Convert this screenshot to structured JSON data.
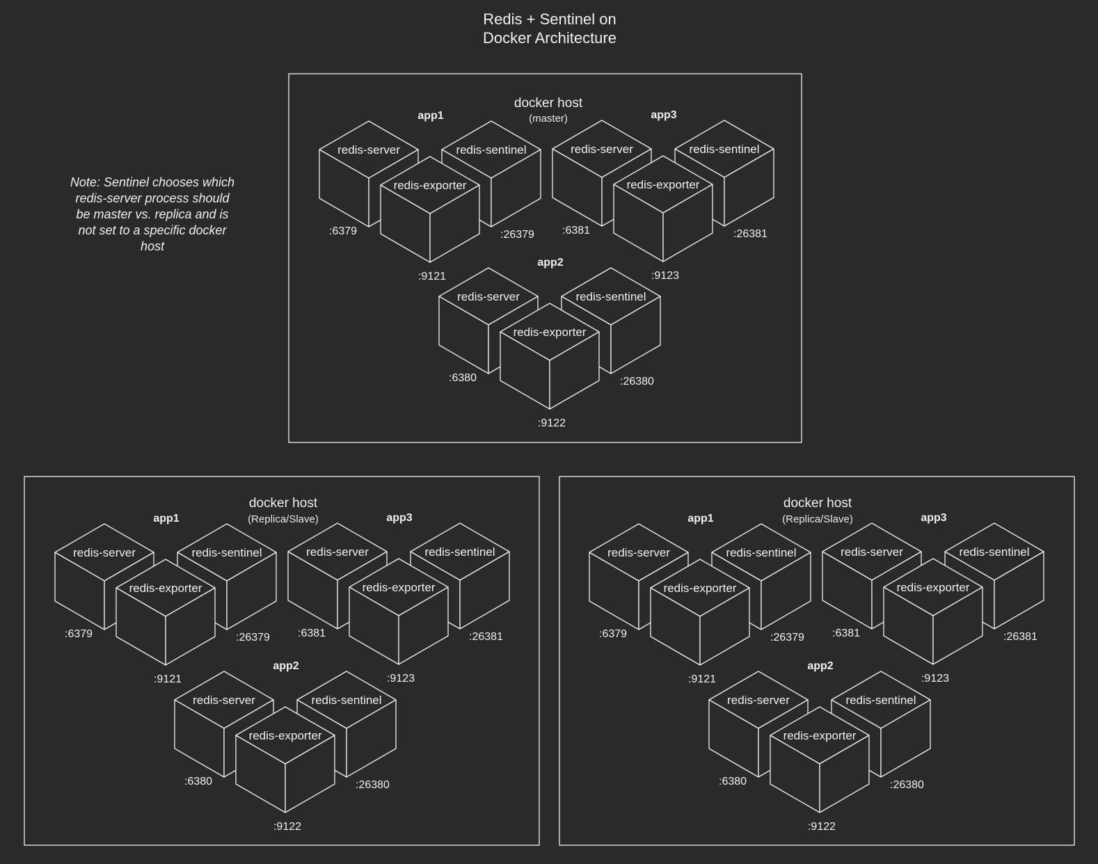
{
  "title": [
    "Redis + Sentinel on",
    "Docker Architecture"
  ],
  "note": [
    "Note: Sentinel chooses which",
    "redis-server process should",
    "be master vs. replica and is",
    "not set to a specific docker",
    "host"
  ],
  "colors": {
    "background": "#2a2a2a",
    "stroke": "#f0f0f0"
  },
  "hosts": [
    {
      "title": "docker host",
      "subtitle": "(master)",
      "apps": [
        {
          "name": "app1",
          "server": "redis-server",
          "sentinel": "redis-sentinel",
          "exporter": "redis-exporter",
          "server_port": ":6379",
          "sentinel_port": ":26379",
          "exporter_port": ":9121"
        },
        {
          "name": "app3",
          "server": "redis-server",
          "sentinel": "redis-sentinel",
          "exporter": "redis-exporter",
          "server_port": ":6381",
          "sentinel_port": ":26381",
          "exporter_port": ":9123"
        },
        {
          "name": "app2",
          "server": "redis-server",
          "sentinel": "redis-sentinel",
          "exporter": "redis-exporter",
          "server_port": ":6380",
          "sentinel_port": ":26380",
          "exporter_port": ":9122"
        }
      ]
    },
    {
      "title": "docker host",
      "subtitle": "(Replica/Slave)",
      "apps": [
        {
          "name": "app1",
          "server": "redis-server",
          "sentinel": "redis-sentinel",
          "exporter": "redis-exporter",
          "server_port": ":6379",
          "sentinel_port": ":26379",
          "exporter_port": ":9121"
        },
        {
          "name": "app3",
          "server": "redis-server",
          "sentinel": "redis-sentinel",
          "exporter": "redis-exporter",
          "server_port": ":6381",
          "sentinel_port": ":26381",
          "exporter_port": ":9123"
        },
        {
          "name": "app2",
          "server": "redis-server",
          "sentinel": "redis-sentinel",
          "exporter": "redis-exporter",
          "server_port": ":6380",
          "sentinel_port": ":26380",
          "exporter_port": ":9122"
        }
      ]
    },
    {
      "title": "docker host",
      "subtitle": "(Replica/Slave)",
      "apps": [
        {
          "name": "app1",
          "server": "redis-server",
          "sentinel": "redis-sentinel",
          "exporter": "redis-exporter",
          "server_port": ":6379",
          "sentinel_port": ":26379",
          "exporter_port": ":9121"
        },
        {
          "name": "app3",
          "server": "redis-server",
          "sentinel": "redis-sentinel",
          "exporter": "redis-exporter",
          "server_port": ":6381",
          "sentinel_port": ":26381",
          "exporter_port": ":9123"
        },
        {
          "name": "app2",
          "server": "redis-server",
          "sentinel": "redis-sentinel",
          "exporter": "redis-exporter",
          "server_port": ":6380",
          "sentinel_port": ":26380",
          "exporter_port": ":9122"
        }
      ]
    }
  ]
}
